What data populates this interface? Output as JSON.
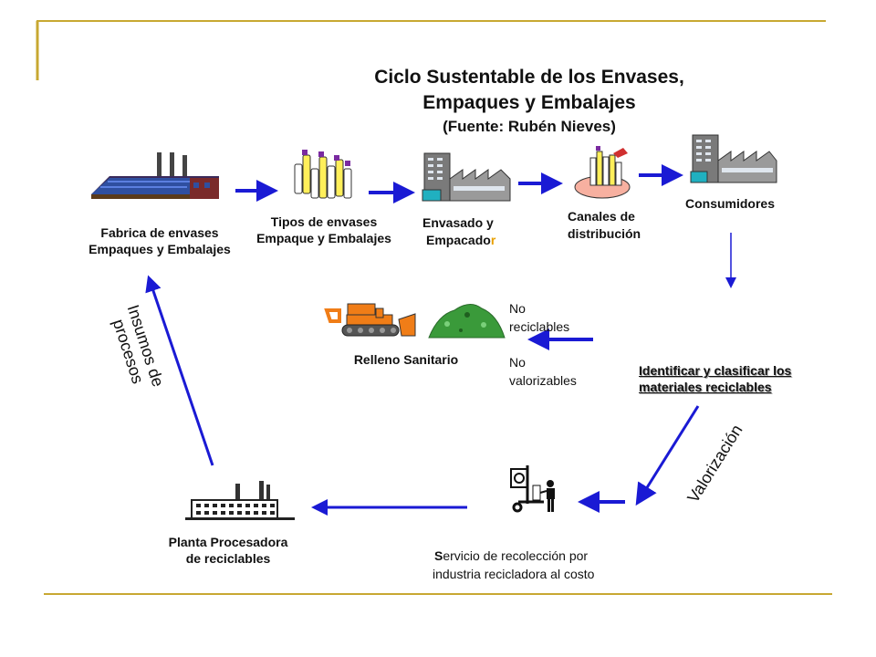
{
  "title": {
    "line1": "Ciclo  Sustentable de los Envases,",
    "line2": "Empaques y Embalajes",
    "source": "(Fuente: Rubén Nieves)"
  },
  "nodes": {
    "fabrica": {
      "line1": "Fabrica de envases",
      "line2": "Empaques y Embalajes"
    },
    "tipos": {
      "line1": "Tipos de envases",
      "line2": "Empaque y Embalajes"
    },
    "envasado": {
      "line1": "Envasado y",
      "line2_main": "Empacado",
      "line2_end": "r"
    },
    "canales": {
      "line1": "Canales de",
      "line2": "distribución"
    },
    "consumidores": {
      "label": "Consumidores"
    },
    "relleno": {
      "label": "Relleno Sanitario"
    },
    "no_reciclables": {
      "line1": "No",
      "line2": "reciclables"
    },
    "no_valorizables": {
      "line1": "No",
      "line2": "valorizables"
    },
    "identificar": {
      "line1": "Identificar y clasificar los",
      "line2": "materiales reciclables"
    },
    "valorizacion": {
      "label": "Valorización"
    },
    "servicio": {
      "line1_initial": "S",
      "line1_rest": "ervicio de recolección por",
      "line2": "industria recicladora al costo"
    },
    "planta": {
      "line1": "Planta Procesadora",
      "line2": "de reciclables"
    },
    "insumos": {
      "line1": "Insumos de",
      "line2": "procesos"
    }
  },
  "colors": {
    "arrow": "#1a1ad4",
    "frame": "#c8a832",
    "accent_letter": "#e8a000",
    "bulldozer": "#f07d17",
    "waste": "#3a9a3a"
  },
  "icons": [
    "factory-icon",
    "bottles-icon",
    "packaging-plant-icon",
    "hand-bottles-icon",
    "consumer-building-icon",
    "bulldozer-icon",
    "waste-pile-icon",
    "forklift-worker-icon",
    "processing-plant-icon"
  ]
}
